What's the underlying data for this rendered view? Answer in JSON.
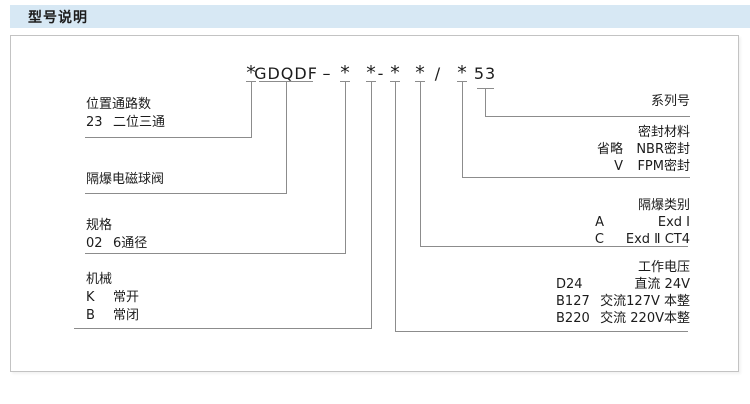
{
  "page": {
    "title": "型号说明"
  },
  "colors": {
    "header_bg": "#d7e8f4",
    "connector_line": "#8c8c8c",
    "text": "#1c1c1c",
    "box_border": "#c3c3c3"
  },
  "model_code": {
    "parts": [
      "*",
      "GDQDF",
      "–",
      "*",
      "*",
      "-",
      "*",
      "*",
      "/",
      "*",
      "53"
    ]
  },
  "labels_left": [
    {
      "header": "位置通路数",
      "rows": [
        {
          "code": "23",
          "desc": "二位三通"
        }
      ]
    },
    {
      "header": "隔爆电磁球阀",
      "rows": []
    },
    {
      "header": "规格",
      "rows": [
        {
          "code": "02",
          "desc": "6通径"
        }
      ]
    },
    {
      "header": "机械",
      "rows": [
        {
          "code": "K",
          "desc": "常开"
        },
        {
          "code": "B",
          "desc": "常闭"
        }
      ]
    }
  ],
  "labels_right": [
    {
      "header": "系列号",
      "rows": []
    },
    {
      "header": "密封材料",
      "rows": [
        {
          "code": "省略",
          "desc": "NBR密封"
        },
        {
          "code": "V",
          "desc": "FPM密封"
        }
      ]
    },
    {
      "header": "隔爆类别",
      "rows": [
        {
          "code": "A",
          "desc": "Exd Ⅰ"
        },
        {
          "code": "C",
          "desc": "Exd Ⅱ CT4"
        }
      ]
    },
    {
      "header": "工作电压",
      "rows": [
        {
          "code": "D24",
          "desc": "直流 24V"
        },
        {
          "code": "B127",
          "desc": "交流127V 本整"
        },
        {
          "code": "B220",
          "desc": "交流 220V本整"
        }
      ]
    }
  ]
}
